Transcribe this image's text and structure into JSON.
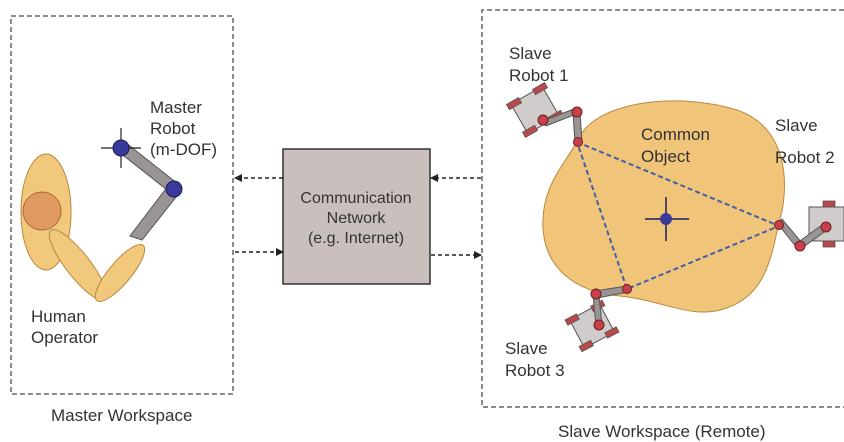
{
  "master": {
    "workspace_label": "Master Workspace",
    "robot_label": [
      "Master",
      "Robot",
      "(m-DOF)"
    ],
    "operator_label": [
      "Human",
      "Operator"
    ]
  },
  "network": {
    "label": [
      "Communication",
      "Network",
      "(e.g. Internet)"
    ]
  },
  "slave": {
    "workspace_label": "Slave Workspace (Remote)",
    "object_label": [
      "Common",
      "Object"
    ],
    "robot1_label": [
      "Slave",
      "Robot 1"
    ],
    "robot2_label": [
      "Slave",
      "Robot 2"
    ],
    "robot3_label": [
      "Slave",
      "Robot 3"
    ]
  },
  "colors": {
    "object_fill": "#f0c57a",
    "operator_fill": "#f2c87c",
    "head_fill": "#e09a62",
    "link_fill": "#9b9494",
    "joint_blue": "#3a3a9a",
    "joint_red": "#c8404a",
    "network_fill": "#c9c0bd",
    "constraint": "#3f5fa8"
  }
}
